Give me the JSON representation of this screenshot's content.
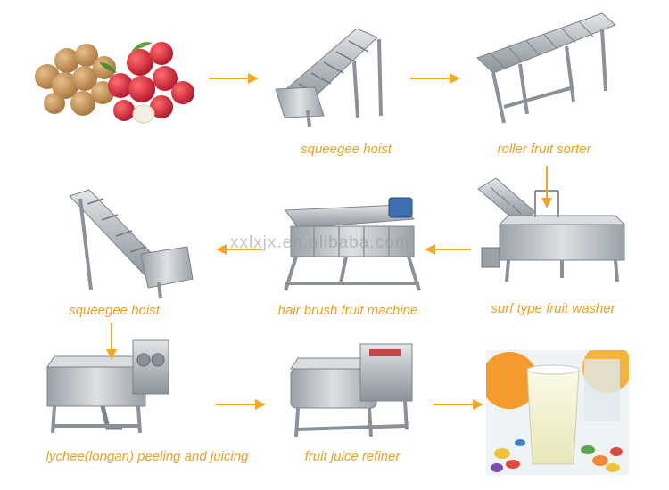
{
  "colors": {
    "label": "#f0a020",
    "arrow": "#f5a623",
    "steel": "#b9bec3"
  },
  "steps": [
    {
      "id": "squeegee-hoist-1",
      "label": "squeegee hoist"
    },
    {
      "id": "roller-fruit-sorter",
      "label": "roller fruit sorter"
    },
    {
      "id": "surf-type-fruit-washer",
      "label": "surf type fruit washer"
    },
    {
      "id": "hair-brush-fruit-machine",
      "label": "hair brush fruit machine"
    },
    {
      "id": "squeegee-hoist-2",
      "label": "squeegee hoist"
    },
    {
      "id": "lychee-peeling-juicing",
      "label": "lychee(longan) peeling and juicing"
    },
    {
      "id": "fruit-juice-refiner",
      "label": "fruit juice refiner"
    }
  ],
  "watermark": "xxlxjx.en.alibaba.com"
}
